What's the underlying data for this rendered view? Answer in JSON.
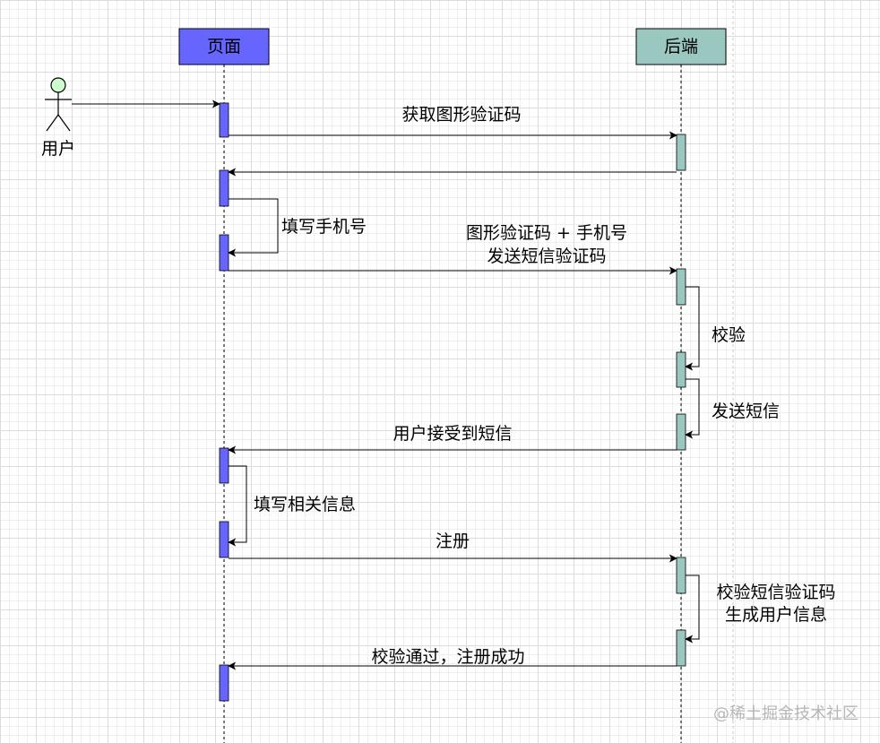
{
  "actor": {
    "label": "用户"
  },
  "lanes": {
    "page": {
      "label": "页面",
      "color": "#6666ff"
    },
    "backend": {
      "label": "后端",
      "color": "#9ac7bf"
    }
  },
  "messages": {
    "m1": "获取图形验证码",
    "m2": "填写手机号",
    "m3a": "图形验证码 + 手机号",
    "m3b": "发送短信验证码",
    "m4": "校验",
    "m5": "发送短信",
    "m6": "用户接受到短信",
    "m7": "填写相关信息",
    "m8": "注册",
    "m9a": "校验短信验证码",
    "m9b": "生成用户信息",
    "m10": "校验通过，注册成功"
  },
  "watermark": "@稀土掘金技术社区"
}
